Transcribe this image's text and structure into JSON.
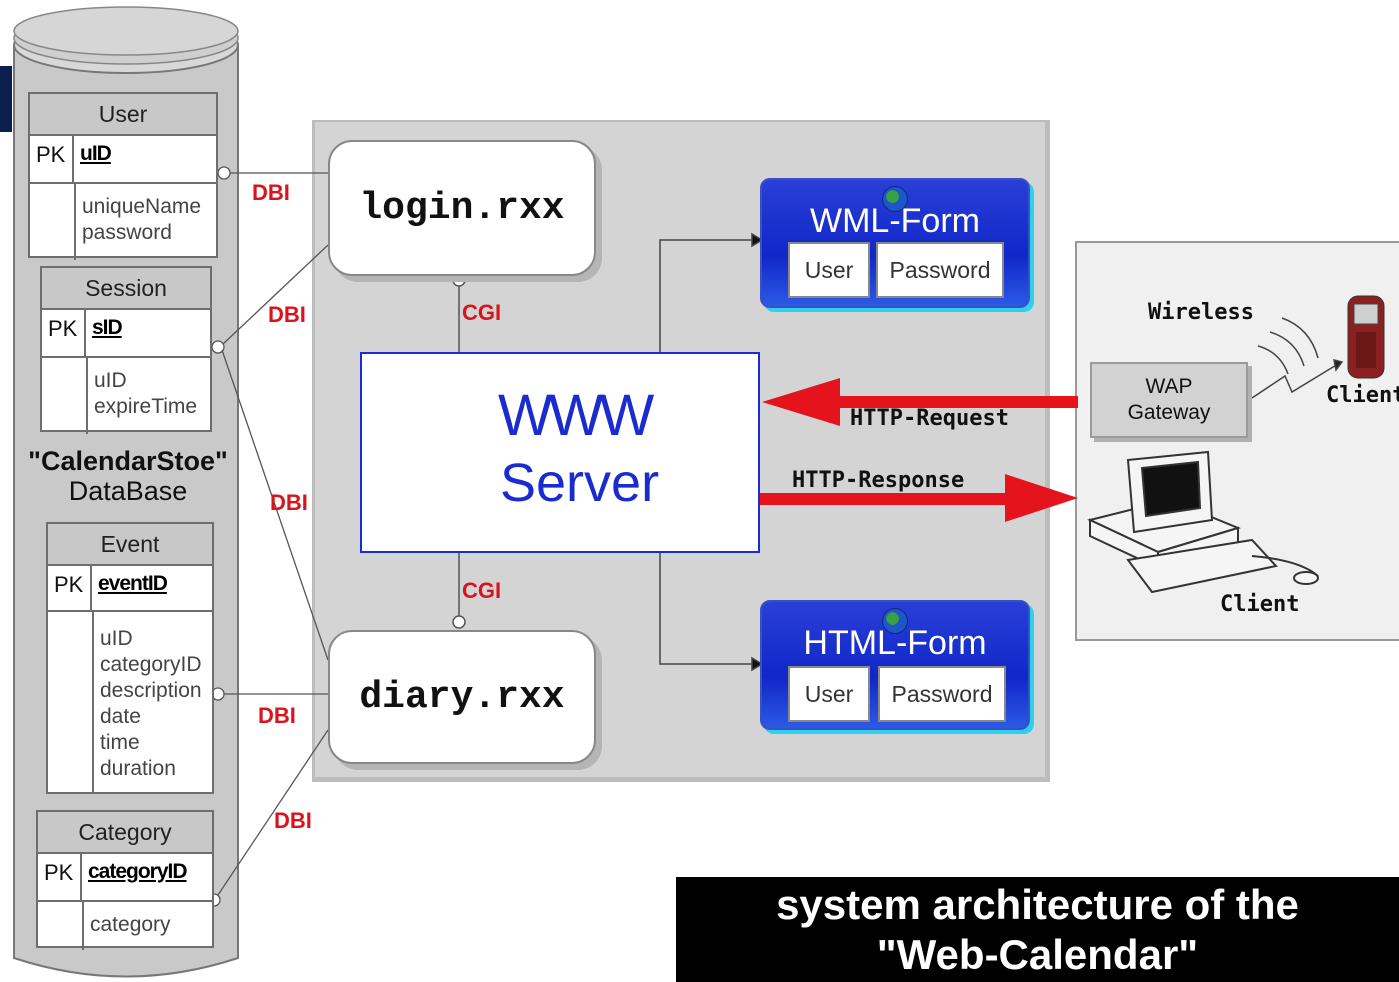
{
  "database": {
    "name": "\"CalendarStoe\"",
    "type": "DataBase",
    "tables": {
      "user": {
        "title": "User",
        "pk_label": "PK",
        "pk": "uID",
        "fields": [
          "uniqueName",
          "password"
        ]
      },
      "session": {
        "title": "Session",
        "pk_label": "PK",
        "pk": "sID",
        "fields": [
          "uID",
          "expireTime"
        ]
      },
      "event": {
        "title": "Event",
        "pk_label": "PK",
        "pk": "eventID",
        "fields": [
          "uID",
          "categoryID",
          "description",
          "date",
          "time",
          "duration"
        ]
      },
      "category": {
        "title": "Category",
        "pk_label": "PK",
        "pk": "categoryID",
        "fields": [
          "category"
        ]
      }
    }
  },
  "links": {
    "dbi": "DBI",
    "cgi": "CGI"
  },
  "scripts": {
    "login": "login.rxx",
    "diary": "diary.rxx"
  },
  "server": {
    "line1": "WWW",
    "line2": "Server"
  },
  "forms": {
    "wml": {
      "title": "WML-Form",
      "user": "User",
      "password": "Password"
    },
    "html": {
      "title": "HTML-Form",
      "user": "User",
      "password": "Password"
    }
  },
  "http": {
    "request": "HTTP-Request",
    "response": "HTTP-Response"
  },
  "clients": {
    "wireless": "Wireless",
    "gateway_line1": "WAP",
    "gateway_line2": "Gateway",
    "mobile": "Client",
    "desktop": "Client"
  },
  "caption": {
    "line1": "system architecture of the",
    "line2": "\"Web-Calendar\""
  },
  "colors": {
    "accent_red": "#d8141c",
    "server_blue": "#1a2bd0",
    "form_blue": "#1027c8",
    "panel_gray": "#d4d4d4"
  }
}
